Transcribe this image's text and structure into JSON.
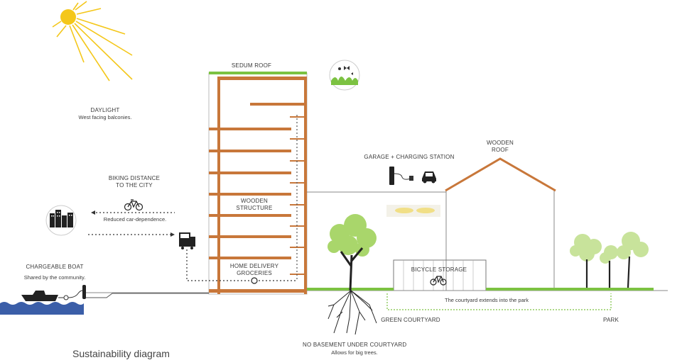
{
  "labels": {
    "sedum_roof": "SEDUM ROOF",
    "daylight": "DAYLIGHT",
    "daylight_sub": "West facing balconies.",
    "biking": "BIKING DISTANCE",
    "biking_2": "TO THE CITY",
    "reduced": "Reduced car-dependence.",
    "wooden_structure": "WOODEN",
    "wooden_structure_2": "STRUCTURE",
    "home_delivery": "HOME DELIVERY",
    "groceries": "GROCERIES",
    "boat": "CHARGEABLE BOAT",
    "boat_sub": "Shared by the community.",
    "garage": "GARAGE + CHARGING STATION",
    "wooden_roof": "WOODEN",
    "wooden_roof_2": "ROOF",
    "bicycle_storage": "BICYCLE STORAGE",
    "courtyard_extends": "The courtyard extends into the park",
    "green_courtyard": "GREEN COURTYARD",
    "park": "PARK",
    "no_basement": "NO BASEMENT UNDER COURTYARD",
    "no_basement_sub": "Allows for big trees."
  },
  "caption": "Sustainability diagram",
  "colors": {
    "wood": "#c8773a",
    "sun": "#f4c71a",
    "grass": "#7cc242",
    "water": "#3b5ea8",
    "leaf": "#a9d66b",
    "line": "#555555"
  },
  "icons": [
    "sun-icon",
    "city-icon",
    "bicycle-icon",
    "truck-icon",
    "boat-icon",
    "charger-icon",
    "car-icon",
    "butterfly-icon",
    "tree-icon"
  ]
}
